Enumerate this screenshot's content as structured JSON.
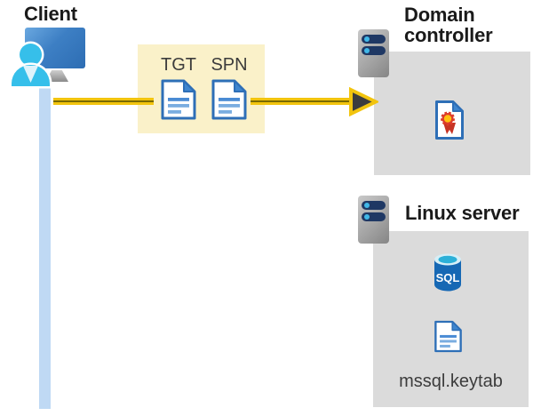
{
  "client": {
    "label": "Client"
  },
  "ticket_box": {
    "tgt_label": "TGT",
    "spn_label": "SPN"
  },
  "domain_controller": {
    "label": "Domain controller"
  },
  "linux_server": {
    "label": "Linux server",
    "sql_badge": "SQL",
    "keytab_label": "mssql.keytab"
  },
  "icons": {
    "client": "person-at-workstation-icon",
    "tickets": "document-icon",
    "hosts": "server-tower-icon",
    "domain_controller_content": "certificate-icon",
    "database": "sql-database-icon",
    "keytab": "document-icon",
    "flow": "yellow-arrow-right"
  },
  "colors": {
    "heading_text": "#1a1a1a",
    "label_text": "#3c3c3c",
    "yellow_box": "#faf1c9",
    "gray_box": "#dbdbdb",
    "arrow_yellow": "#f2c40e",
    "arrow_core": "#7a6a00",
    "client_line_blue": "#bfd9f4",
    "person_cyan": "#36bfea",
    "doc_blue": "#2e6fb7",
    "doc_fold": "#3f86cf",
    "doc_line_dark": "#4a8bd4",
    "doc_line_light": "#7aade0",
    "server_slot_navy": "#1f3864",
    "server_dot_cyan": "#41b8e8",
    "sql_body_blue": "#1668b4",
    "sql_top_cyan": "#2cb0d8",
    "cert_red": "#dd3c2b",
    "cert_gold": "#ffc010"
  }
}
